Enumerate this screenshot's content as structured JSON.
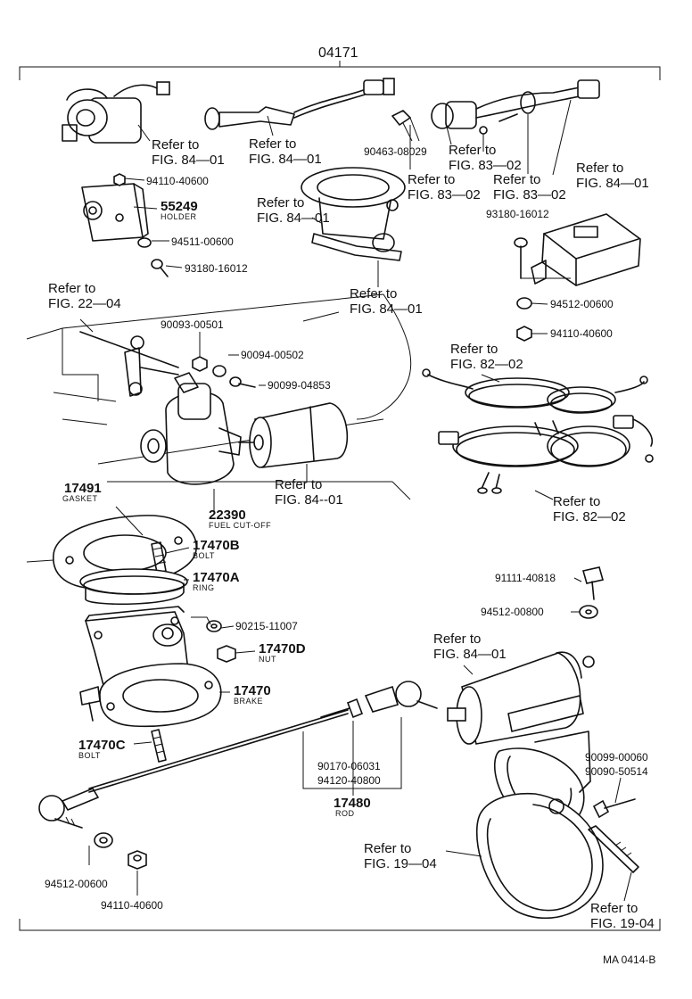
{
  "header": {
    "assembly_number": "04171"
  },
  "footer": {
    "code": "MA  0414-B"
  },
  "refs": {
    "r1": [
      "Refer to",
      "FIG. 84—01"
    ],
    "r2": [
      "Refer to",
      "FIG. 84—01"
    ],
    "r3": [
      "Refer to",
      "FIG. 83—02"
    ],
    "r4": [
      "Refer to",
      "FIG. 83—02"
    ],
    "r5": [
      "Refer to",
      "FIG. 83—02"
    ],
    "r6": [
      "Refer to",
      "FIG. 84—01"
    ],
    "r7": [
      "Refer to",
      "FIG. 84—01"
    ],
    "r8": [
      "Refer to",
      "FIG. 22—04"
    ],
    "r9": [
      "Refer to",
      "FIG. 84—01"
    ],
    "r10": [
      "Refer to",
      "FIG. 82—02"
    ],
    "r11": [
      "Refer to",
      "FIG. 84--01"
    ],
    "r12": [
      "Refer to",
      "FIG. 82—02"
    ],
    "r13": [
      "Refer to",
      "FIG. 84—01"
    ],
    "r14": [
      "Refer to",
      "FIG. 19—04"
    ],
    "r15": [
      "Refer to",
      "FIG. 19-04"
    ]
  },
  "parts": {
    "p_90463_08029": "90463-08029",
    "p_94110_40600_a": "94110-40600",
    "p_55249": "55249",
    "p_55249_name": "HOLDER",
    "p_94511_00600": "94511-00600",
    "p_93180_16012_a": "93180-16012",
    "p_93180_16012_b": "93180-16012",
    "p_94512_00600_a": "94512-00600",
    "p_94110_40600_b": "94110-40600",
    "p_90093_00501": "90093-00501",
    "p_90094_00502": "90094-00502",
    "p_90099_04853": "90099-04853",
    "p_17491": "17491",
    "p_17491_name": "GASKET",
    "p_22390": "22390",
    "p_22390_name": "FUEL CUT-OFF",
    "p_17470B": "17470B",
    "p_17470B_name": "BOLT",
    "p_17470A": "17470A",
    "p_17470A_name": "RING",
    "p_91111_40818": "91111-40818",
    "p_94512_00800": "94512-00800",
    "p_90215_11007": "90215-11007",
    "p_17470D": "17470D",
    "p_17470D_name": "NUT",
    "p_17470": "17470",
    "p_17470_name": "BRAKE",
    "p_17470C": "17470C",
    "p_17470C_name": "BOLT",
    "p_90170_06031": "90170-06031",
    "p_94120_40800": "94120-40800",
    "p_17480": "17480",
    "p_17480_name": "ROD",
    "p_90099_00060": "90099-00060",
    "p_90090_50514": "90090-50514",
    "p_94512_00600_b": "94512-00600",
    "p_94110_40600_c": "94110-40600"
  }
}
